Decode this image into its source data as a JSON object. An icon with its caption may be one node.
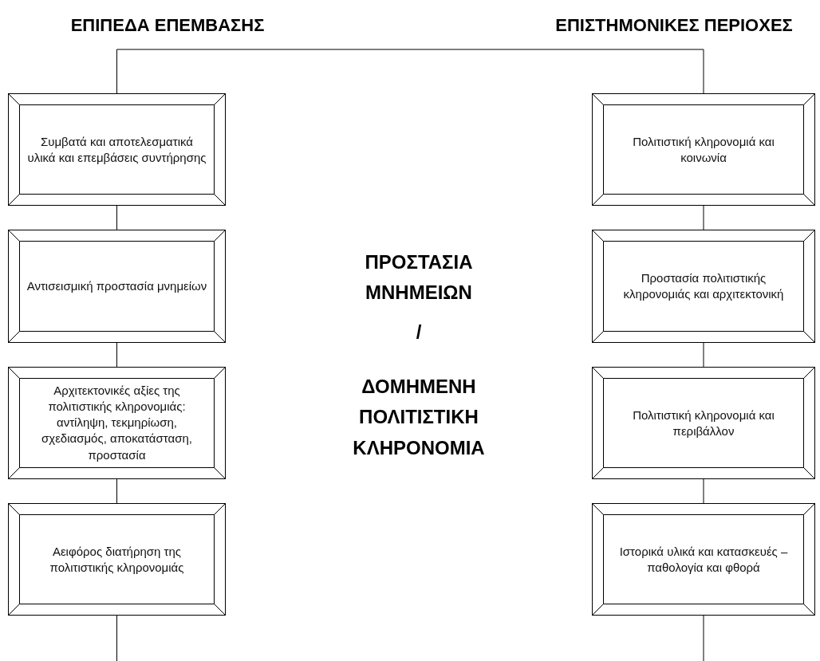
{
  "diagram": {
    "nodes": [
      {
        "text": [
          "Συμβατά και αποτελεσματικά υλικά και επεμβάσεις συντήρησης"
        ]
      },
      {
        "text": [
          "Αντισεισμική προστασία μνημείων"
        ]
      },
      {
        "text": [
          "Αρχιτεκτονικές αξίες της πολιτιστικής κληρονομιάς: αντίληψη, τεκμηρίωση, σχεδιασμός, αποκατάσταση, προστασία"
        ]
      },
      {
        "text": [
          "Αειφόρος διατήρηση της πολιτιστικής κληρονομιάς"
        ]
      },
      {
        "text": [
          "Πολιτιστική κληρονομιά και κοινωνία"
        ]
      },
      {
        "text": [
          "Προστασία πολιτιστικής κληρονομιάς και αρχιτεκτονική"
        ]
      },
      {
        "text": [
          "Πολιτιστική κληρονομιά και περιβάλλον"
        ]
      },
      {
        "text": [
          "Ιστορικά υλικά και κατασκευές – παθολογία και φθορά"
        ]
      }
    ],
    "edges": [
      {
        "from": 0,
        "to": 4,
        "arrow": "none"
      },
      {
        "from": 0,
        "to": 1,
        "arrow": "none"
      },
      {
        "from": 1,
        "to": 2,
        "arrow": "none"
      },
      {
        "from": 2,
        "to": 3,
        "arrow": "none"
      },
      {
        "from": 3,
        "to": null,
        "arrow": "none"
      },
      {
        "from": 4,
        "to": 5,
        "arrow": "none"
      },
      {
        "from": 5,
        "to": 6,
        "arrow": "none"
      },
      {
        "from": 6,
        "to": 7,
        "arrow": "none"
      },
      {
        "from": 7,
        "to": null,
        "arrow": "none"
      }
    ],
    "labels": [
      "ΕΠΙΠΕΔΑ ΕΠΕΜΒΑΣΗΣ",
      "ΕΠΙΣΤΗΜΟΝΙΚΕΣ ΠΕΡΙΟΧΕΣ",
      "ΠΡΟΣΤΑΣΙΑ ΜΝΗΜΕΙΩΝ",
      "/",
      "ΔΟΜΗΜΕΝΗ ΠΟΛΙΤΙΣΤΙΚΗ ΚΛΗΡΟΝΟΜΙΑ"
    ]
  }
}
